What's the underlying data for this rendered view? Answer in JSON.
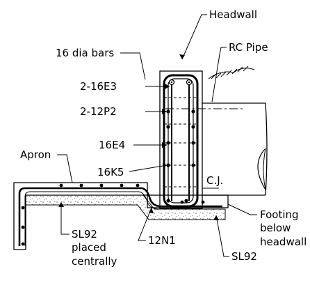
{
  "labels": {
    "headwall": "Headwall",
    "rc_pipe": "RC Pipe",
    "dia_bars": "16 dia bars",
    "e3": "2-16E3",
    "p2": "2-12P2",
    "e4": "16E4",
    "k5": "16K5",
    "apron": "Apron",
    "cj": "C.J.",
    "footing": [
      "Footing",
      "below",
      "headwall"
    ],
    "sl92_apron": [
      "SL92",
      "placed",
      "centrally"
    ],
    "n1": "12N1",
    "sl92_footing": "SL92"
  }
}
